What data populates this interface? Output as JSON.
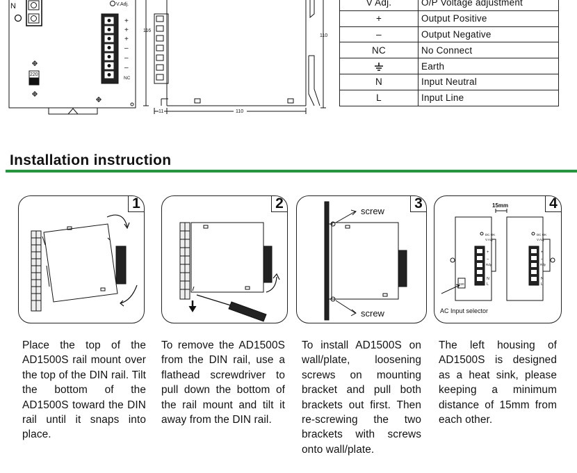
{
  "drawing": {
    "labels": {
      "n": "N",
      "v_adj": "V.Adj.",
      "plus": "+",
      "minus": "–",
      "nc": "NC",
      "voltage_220": "220",
      "dim_116": "116",
      "dim_110_vertical": "110",
      "dim_110_horizontal": "110",
      "dim_11": "11"
    }
  },
  "pin_table": {
    "rows": [
      {
        "pin": "V Adj.",
        "function": "O/P Voltage adjustment"
      },
      {
        "pin": "+",
        "function": "Output Positive"
      },
      {
        "pin": "–",
        "function": "Output Negative"
      },
      {
        "pin": "NC",
        "function": "No Connect"
      },
      {
        "pin": "earth-symbol",
        "function": "Earth"
      },
      {
        "pin": "N",
        "function": "Input Neutral"
      },
      {
        "pin": "L",
        "function": "Input Line"
      }
    ]
  },
  "section": {
    "title": "Installation instruction"
  },
  "steps": [
    {
      "number": "1",
      "text": "Place the top of the AD1500S rail mount over the top of the DIN rail. Tilt the bottom of the AD1500S toward the DIN rail until it snaps into place."
    },
    {
      "number": "2",
      "text": "To remove the AD1500S from the DIN rail, use a flathead screwdriver to pull down the bottom of the rail mount and tilt it away from the DIN rail."
    },
    {
      "number": "3",
      "text": "To install AD1500S on wall/plate, loosening screws on mounting bracket and pull both brackets out first. Then re-screwing the two brackets with screws onto wall/plate.",
      "labels": {
        "screw_top": "screw",
        "screw_bottom": "screw"
      }
    },
    {
      "number": "4",
      "text": "The left housing of AD1500S is designed as a heat sink, please keeping a minimum distance of 15mm from each other.",
      "labels": {
        "gap": "15mm",
        "selector": "AC Input selector",
        "dc_ok": "DC OK",
        "v_adj": "V.Adj.",
        "rdy": "Rdy",
        "n": "N",
        "l": "L",
        "v220": "220",
        "plus": "+",
        "minus": "–"
      }
    }
  ],
  "colors": {
    "accent_green": "#1e9a3a",
    "ink": "#111111"
  }
}
